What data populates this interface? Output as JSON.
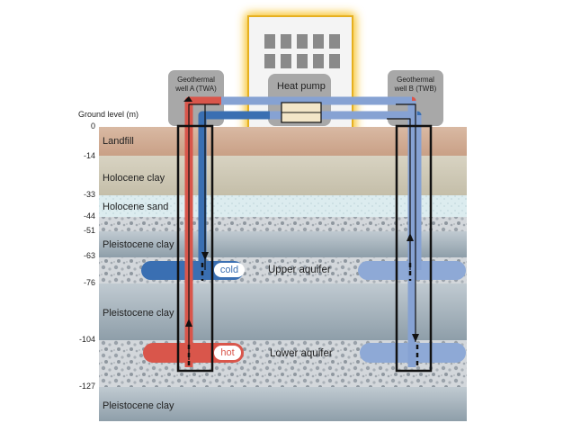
{
  "ground_level_label": "Ground level (m)",
  "heat_pump_label": "Heat pump",
  "wells": [
    {
      "name": "Geothermal well A (TWA)"
    },
    {
      "name": "Geothermal well B (TWB)"
    }
  ],
  "depth_ticks": [
    "0",
    "-14",
    "-33",
    "-44",
    "-51",
    "-63",
    "-76",
    "-104",
    "-127"
  ],
  "layers": [
    {
      "name": "Landfill",
      "color": "#d2ae95"
    },
    {
      "name": "Holocene clay",
      "color": "#cdc7b3"
    },
    {
      "name": "Holocene sand",
      "color": "#dcecef"
    },
    {
      "name": "",
      "color": "#bcc2c8"
    },
    {
      "name": "Pleistocene clay",
      "color": "#a9b6bf"
    },
    {
      "name": "",
      "color": "#c6ccd1"
    },
    {
      "name": "Pleistocene clay",
      "color": "#a9b6bf"
    },
    {
      "name": "",
      "color": "#c6ccd1"
    },
    {
      "name": "Pleistocene clay",
      "color": "#a9b6bf"
    }
  ],
  "aquifers": {
    "upper": {
      "name": "Upper aquifer",
      "tag": "cold"
    },
    "lower": {
      "name": "Lower aquifer",
      "tag": "hot"
    }
  },
  "colors": {
    "hot": "#d9564b",
    "cold": "#3a6fb2",
    "cold_light": "#8ea9d6",
    "pipe_blue": "#86a2d3",
    "building_glow": "#f7c42e",
    "well_box": "#a8a8a8"
  }
}
